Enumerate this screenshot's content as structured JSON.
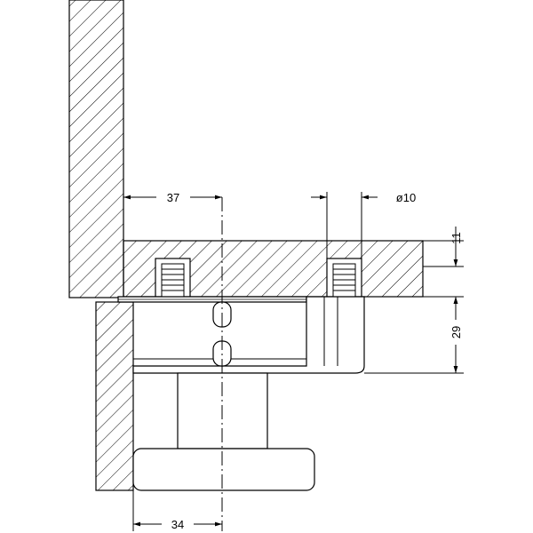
{
  "dimensions": {
    "dim_37": "37",
    "dim_phi10": "ø10",
    "dim_11": "11",
    "dim_29": "29",
    "dim_34": "34"
  }
}
